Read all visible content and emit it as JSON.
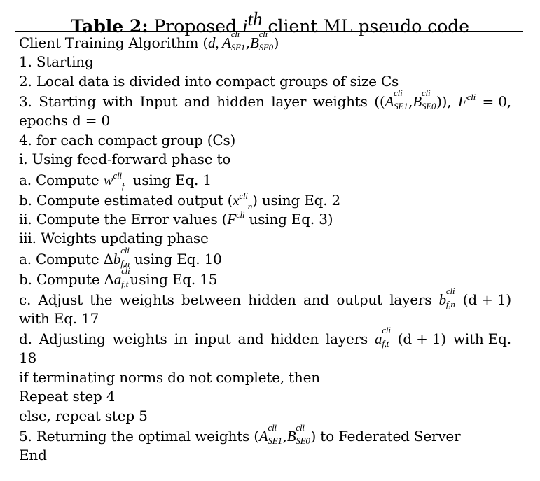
{
  "title": {
    "label": "Table 2:",
    "prefix": "Proposed",
    "math_base": "i",
    "math_sup": "th",
    "suffix": "client ML pseudo code"
  },
  "lines": {
    "header_text": "Client Training Algorithm (",
    "header_d": "d, ",
    "a_sym": "A",
    "b_sym": "B",
    "cli": "cli",
    "se1": "SE1",
    "se0": "SE0",
    "comma": ",",
    "close": ")",
    "l1": "1. Starting",
    "l2": "2. Local data is divided into compact groups of size Cs",
    "l3_words": [
      "3.",
      "Starting",
      "with",
      "Input",
      "and",
      "hidden",
      "layer",
      "weights"
    ],
    "l3_open": "((",
    "l3_close": ")),",
    "f_sym": "F",
    "l3_eq": "= 0,",
    "l3b": "epochs d = 0",
    "l4": "4. for each compact group (Cs)",
    "li": "i. Using feed-forward phase to",
    "la1_pre": "a. Compute",
    "w_sym": "w",
    "f_sub": "f",
    "la1_post": "using Eq. 1",
    "lb1_pre": "b. Compute estimated output (",
    "x_sym": "x",
    "n_sub": "n",
    "lb1_post": ") using Eq. 2",
    "lii_pre": "ii. Compute the Error values (",
    "lii_post": "using Eq. 3)",
    "liii": "iii. Weights updating phase",
    "la2_pre": "a. Compute Δ",
    "bsmall": "b",
    "fn_sub": "f,n",
    "la2_post": "using Eq. 10",
    "lb2_pre": "b. Compute Δ",
    "asmall": "a",
    "ft_sub": "f,t",
    "lb2_post": "using Eq. 15",
    "lc_words": [
      "c.",
      "Adjust",
      "the",
      "weights",
      "between",
      "hidden",
      "and",
      "output",
      "layers"
    ],
    "lc_tail": "(d + 1)",
    "lc2": "with Eq. 17",
    "ld_words": [
      "d.",
      "Adjusting",
      "weights",
      "in",
      "input",
      "and",
      "hidden",
      "layers"
    ],
    "ld_mid": "(d + 1)",
    "ld_tail": "with Eq.",
    "ld2": "18",
    "if": "if terminating norms do not complete, then",
    "rep4": "Repeat step 4",
    "else": "else, repeat step 5",
    "l5_pre": "5. Returning the optimal weights (",
    "l5_post": ") to Federated Server",
    "end": "End"
  }
}
